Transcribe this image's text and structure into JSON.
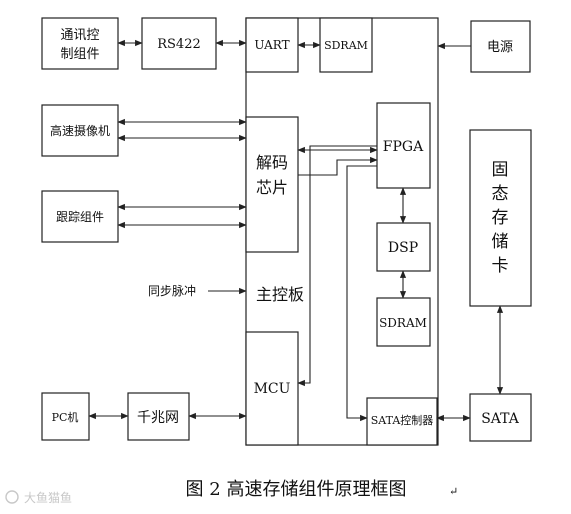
{
  "blocks": {
    "comm": {
      "lines": [
        "通讯控",
        "制组件"
      ]
    },
    "rs422": "RS422",
    "uart": "UART",
    "sdram_top": "SDRAM",
    "power": "电源",
    "camera": "高速摄像机",
    "tracking": "跟踪组件",
    "decoder": {
      "lines": [
        "解码",
        "芯片"
      ]
    },
    "fpga": "FPGA",
    "dsp": "DSP",
    "sdram_mid": "SDRAM",
    "storage": {
      "lines": [
        "固",
        "态",
        "存",
        "储",
        "卡"
      ]
    },
    "main_board": "主控板",
    "sync_pulse": "同步脉冲",
    "mcu": "MCU",
    "pc": "PC机",
    "gigabit": "千兆网",
    "sata_ctrl": "SATA控制器",
    "sata": "SATA"
  },
  "caption": "图 2  高速存储组件原理框图",
  "caption_mark": "↵",
  "watermark": "大鱼猫鱼"
}
